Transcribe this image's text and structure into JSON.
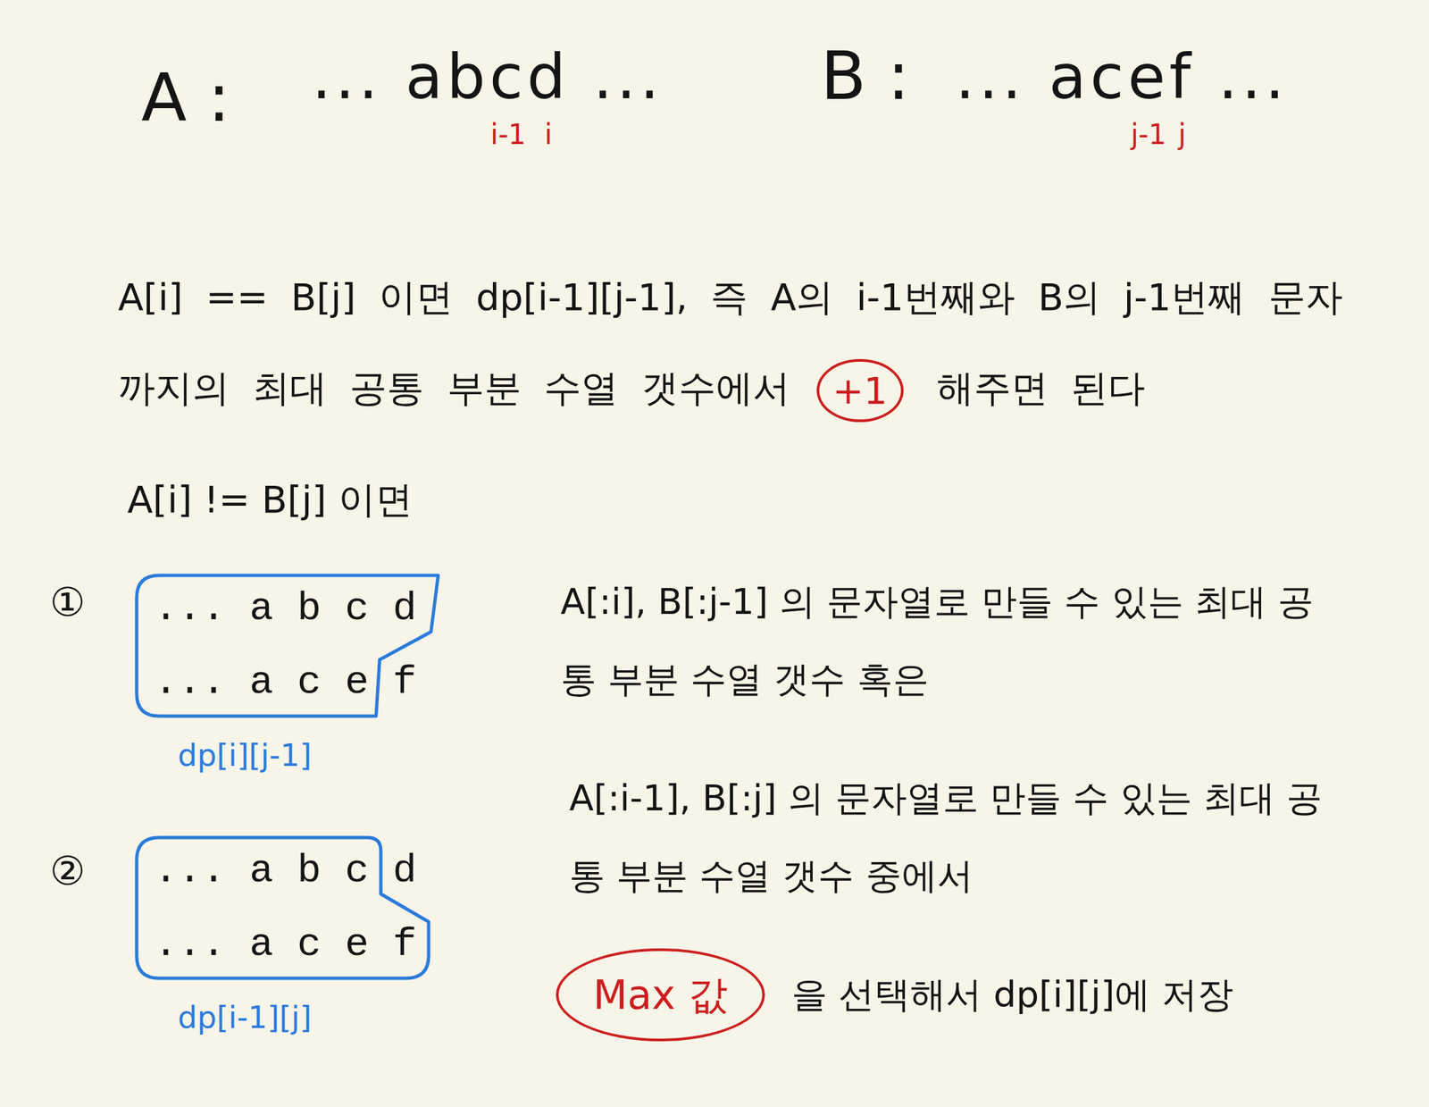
{
  "diagram": {
    "nodes": [
      {
        "text": [
          "+1"
        ]
      },
      {
        "text": [
          "... a b c d",
          "... a c e",
          "dp[i][j-1]"
        ]
      },
      {
        "text": [
          "... a b c",
          "... a c e f",
          "dp[i-1][j]"
        ]
      },
      {
        "text": [
          "Max 값"
        ]
      }
    ],
    "labels": [
      "A :",
      "... abcd ...",
      "i-1",
      "i",
      "B :",
      "... acef ...",
      "j-1",
      "j",
      "A[i] == B[j] 이면 dp[i-1][j-1], 즉 A의 i-1번째와 B의 j-1번째 문자까지의 최대 공통 부분 수열 갯수에서",
      "해주면 된다",
      "A[i] != B[j] 이면",
      "①",
      "f",
      "A[:i], B[:j-1] 의 문자열로 만들 수 있는 최대 공통 부분 수열 갯수 혹은",
      "②",
      "d",
      "A[:i-1], B[:j] 의 문자열로 만들 수 있는 최대 공통 부분 수열 갯수 중에서",
      "을 선택해서 dp[i][j]에 저장"
    ]
  }
}
